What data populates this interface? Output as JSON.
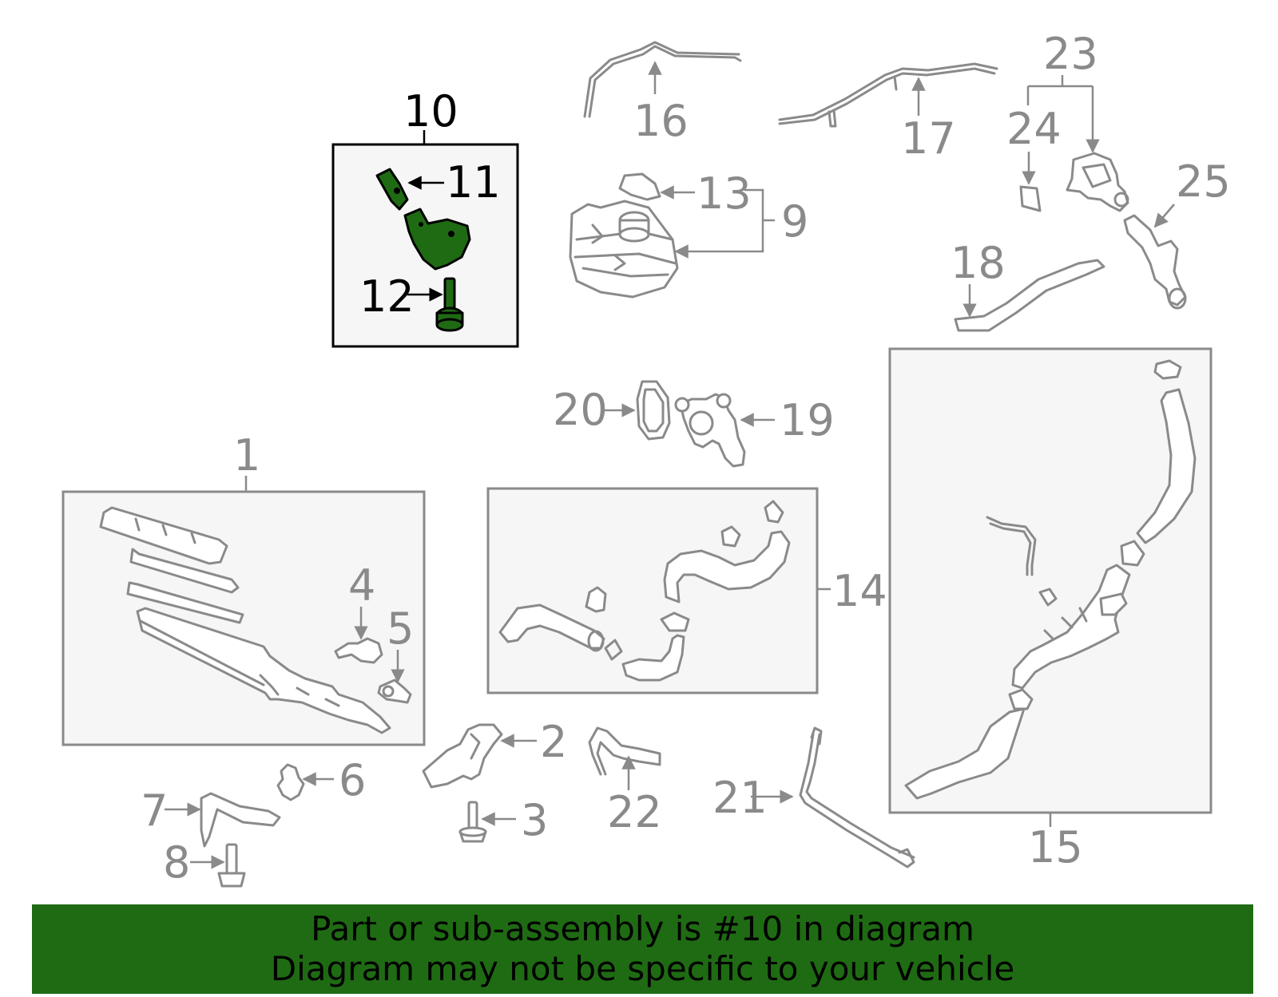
{
  "banner": {
    "line1": "Part or sub-assembly is #10 in diagram",
    "line2": "Diagram may not be specific to your vehicle"
  },
  "highlighted_part": "10",
  "colors": {
    "highlight": "#1f6b13",
    "line": "#8a8a8a",
    "active_line": "#000000",
    "box_fill": "#f6f6f6"
  },
  "callouts": {
    "c1": "1",
    "c2": "2",
    "c3": "3",
    "c4": "4",
    "c5": "5",
    "c6": "6",
    "c7": "7",
    "c8": "8",
    "c9": "9",
    "c10": "10",
    "c11": "11",
    "c12": "12",
    "c13": "13",
    "c14": "14",
    "c15": "15",
    "c16": "16",
    "c17": "17",
    "c18": "18",
    "c19": "19",
    "c20": "20",
    "c21": "21",
    "c22": "22",
    "c23": "23",
    "c24": "24",
    "c25": "25"
  }
}
